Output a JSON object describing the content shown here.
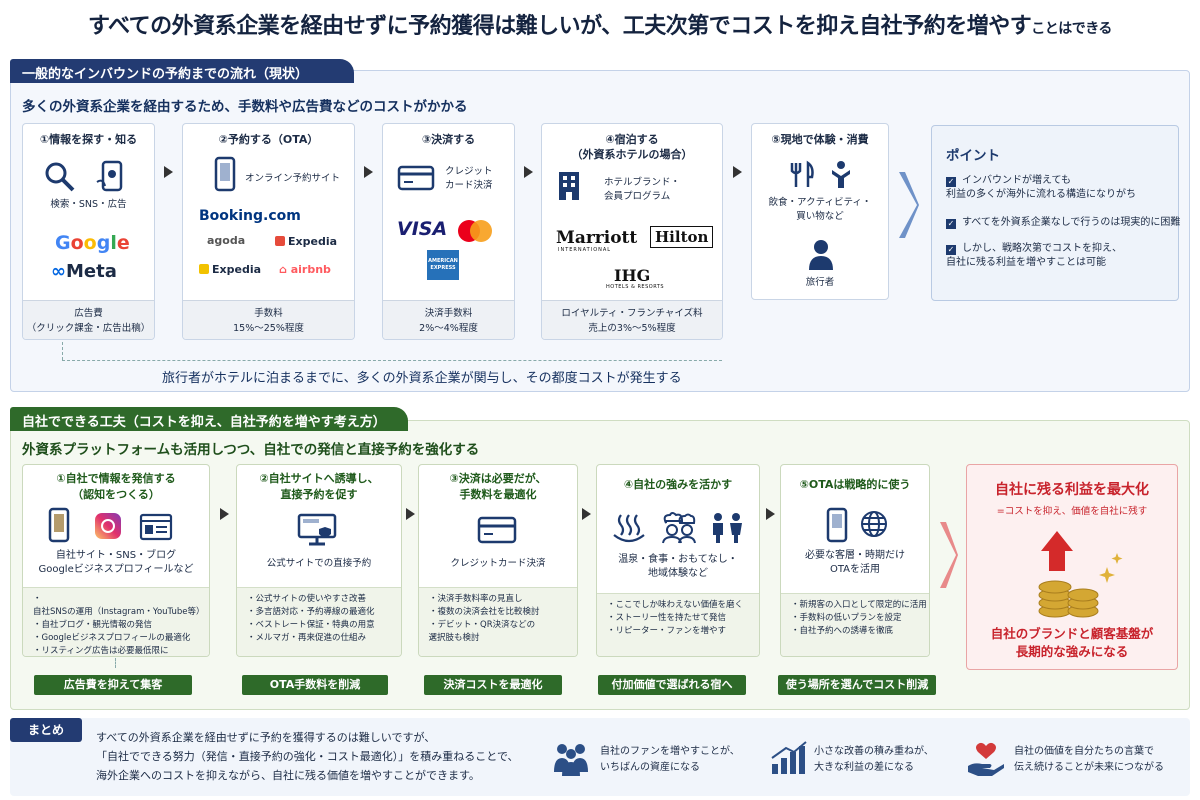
{
  "title": "すべての外資系企業を経由せずに予約獲得は難しいが、工夫次第でコストを抑え自社予約を増やす",
  "title_tail": "ことはできる",
  "section1": {
    "tab": "一般的なインバウンドの予約までの流れ（現状）",
    "lead": "多くの外資系企業を経由するため、手数料や広告費などのコストがかかる",
    "cards": [
      {
        "head": "①情報を探す・知る",
        "sub": "検索・SNS・広告",
        "brands": [
          "Google",
          "Meta"
        ],
        "foot1": "広告費",
        "foot2": "（クリック課金・広告出稿）"
      },
      {
        "head": "②予約する（OTA）",
        "sub": "オンライン予約サイト",
        "brands": [
          "Booking.com",
          "agoda",
          "Expedia",
          "Expedia",
          "airbnb"
        ],
        "foot1": "手数料",
        "foot2": "15%〜25%程度"
      },
      {
        "head": "③決済する",
        "sub": "クレジット\nカード決済",
        "brands": [
          "VISA",
          "AMERICAN EXPRESS"
        ],
        "foot1": "決済手数料",
        "foot2": "2%〜4%程度"
      },
      {
        "head": "④宿泊する\n（外資系ホテルの場合）",
        "sub": "ホテルブランド・\n会員プログラム",
        "brands": [
          "Marriott",
          "INTERNATIONAL",
          "Hilton",
          "IHG",
          "HOTELS & RESORTS"
        ],
        "foot1": "ロイヤルティ・フランチャイズ料",
        "foot2": "売上の3%〜5%程度"
      },
      {
        "head": "⑤現地で体験・消費",
        "sub": "飲食・アクティビティ・\n買い物など",
        "person": "旅行者"
      }
    ],
    "bottom": "旅行者がホテルに泊まるまでに、多くの外資系企業が関与し、その都度コストが発生する",
    "point": {
      "head": "ポイント",
      "items": [
        "インバウンドが増えても\n利益の多くが海外に流れる構造になりがち",
        "すべてを外資系企業なしで行うのは現実的に困難",
        "しかし、戦略次第でコストを抑え、\n自社に残る利益を増やすことは可能"
      ]
    }
  },
  "section2": {
    "tab": "自社でできる工夫（コストを抑え、自社予約を増やす考え方）",
    "lead": "外資系プラットフォームも活用しつつ、自社での発信と直接予約を強化する",
    "cards": [
      {
        "head": "①自社で情報を発信する\n（認知をつくる）",
        "sub": "自社サイト・SNS・ブログ\nGoogleビジネスプロフィールなど",
        "items": [
          "自社SNSの運用（Instagram・YouTube等）",
          "自社ブログ・観光情報の発信",
          "Googleビジネスプロフィールの最適化",
          "リスティング広告は必要最低限に"
        ],
        "tag": "広告費を抑えて集客"
      },
      {
        "head": "②自社サイトへ誘導し、\n直接予約を促す",
        "sub": "公式サイトでの直接予約",
        "items": [
          "公式サイトの使いやすさ改善",
          "多言語対応・予約導線の最適化",
          "ベストレート保証・特典の用意",
          "メルマガ・再来促進の仕組み"
        ],
        "tag": "OTA手数料を削減"
      },
      {
        "head": "③決済は必要だが、\n手数料を最適化",
        "sub": "クレジットカード決済",
        "items": [
          "決済手数料率の見直し",
          "複数の決済会社を比較検討",
          "デビット・QR決済などの",
          "選択肢も検討"
        ],
        "tag": "決済コストを最適化"
      },
      {
        "head": "④自社の強みを活かす",
        "sub": "温泉・食事・おもてなし・\n地域体験など",
        "items": [
          "ここでしか味わえない価値を磨く",
          "ストーリー性を持たせて発信",
          "リピーター・ファンを増やす"
        ],
        "tag": "付加価値で選ばれる宿へ"
      },
      {
        "head": "⑤OTAは戦略的に使う",
        "sub": "必要な客層・時期だけ\nOTAを活用",
        "items": [
          "新規客の入口として限定的に活用",
          "手数料の低いプランを設定",
          "自社予約への誘導を徹底"
        ],
        "tag": "使う場所を選んでコスト削減"
      }
    ],
    "result": {
      "head": "自社に残る利益を最大化",
      "sub": "=コストを抑え、価値を自社に残す",
      "foot": "自社のブランドと顧客基盤が\n長期的な強みになる"
    }
  },
  "summary": {
    "tag": "まとめ",
    "lines": [
      "すべての外資系企業を経由せずに予約を獲得するのは難しいですが、",
      "「自社でできる努力（発信・直接予約の強化・コスト最適化）」を積み重ねることで、",
      "海外企業へのコストを抑えながら、自社に残る価値を増やすことができます。"
    ],
    "items": [
      "自社のファンを増やすことが、\nいちばんの資産になる",
      "小さな改善の積み重ねが、\n大きな利益の差になる",
      "自社の価値を自分たちの言葉で\n伝え続けることが未来につながる"
    ]
  },
  "colors": {
    "navy": "#233b72",
    "green": "#2f6a2a",
    "red": "#c8232c"
  }
}
